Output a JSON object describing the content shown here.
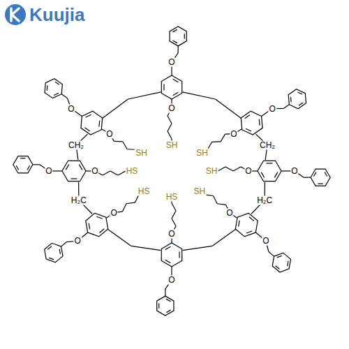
{
  "diagram": {
    "labels": [
      "Kuujia",
      "O",
      "O",
      "O",
      "O",
      "O",
      "O",
      "O",
      "O",
      "O",
      "O",
      "O",
      "O",
      "O",
      "O",
      "O",
      "O",
      "SH",
      "SH",
      "SH",
      "SH",
      "HS",
      "HS",
      "HS",
      "SH",
      "CH₂",
      "H₂C",
      "H₂C",
      "CH₂"
    ]
  }
}
